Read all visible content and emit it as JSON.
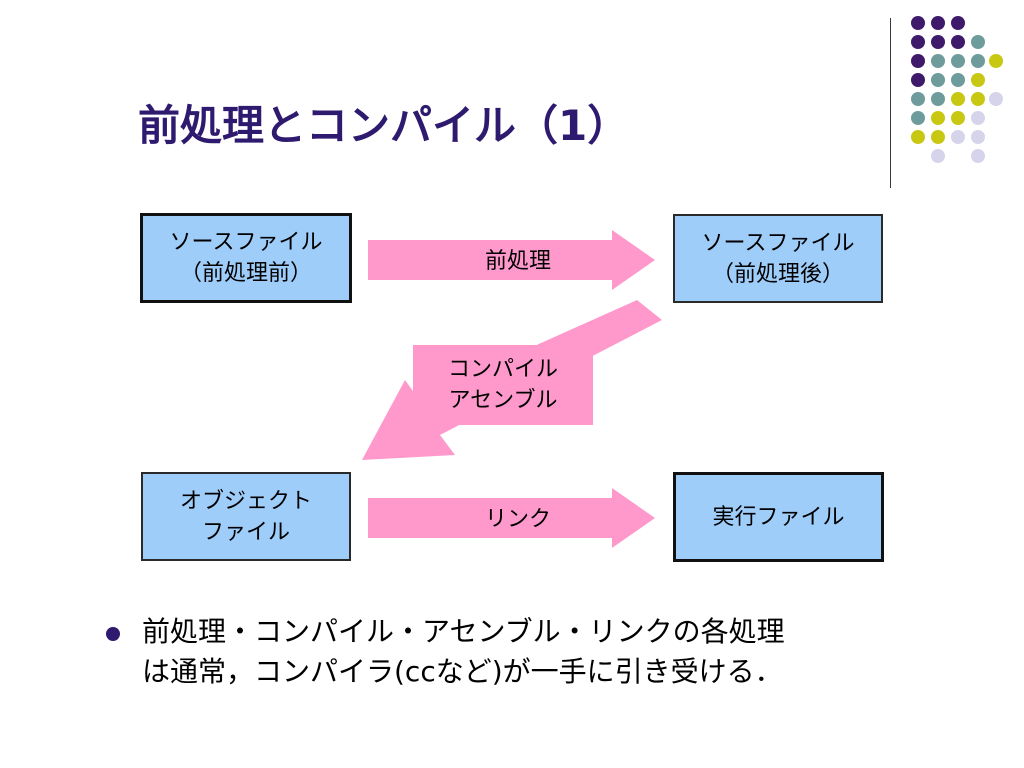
{
  "title": "前処理とコンパイル（1）",
  "colors": {
    "title": "#2e1a6e",
    "box_fill": "#9fcdf9",
    "arrow_fill": "#ff99cc",
    "dot_purple": "#3f1a6b",
    "dot_teal": "#6e9c9c",
    "dot_yellow": "#c8c813",
    "dot_lavender": "#d6d4ea"
  },
  "boxes": {
    "source_before": {
      "line1": "ソースファイル",
      "line2": "（前処理前）"
    },
    "source_after": {
      "line1": "ソースファイル",
      "line2": "（前処理後）"
    },
    "object_file": {
      "line1": "オブジェクト",
      "line2": "ファイル"
    },
    "executable": {
      "line1": "実行ファイル"
    }
  },
  "arrows": {
    "preprocess": "前処理",
    "compile_line1": "コンパイル",
    "compile_line2": "アセンブル",
    "link": "リンク"
  },
  "bullet": {
    "line1": "前処理・コンパイル・アセンブル・リンクの各処理",
    "line2": "は通常，コンパイラ(ccなど)が一手に引き受ける．"
  },
  "decoration": {
    "icon": "dot-grid-icon"
  }
}
